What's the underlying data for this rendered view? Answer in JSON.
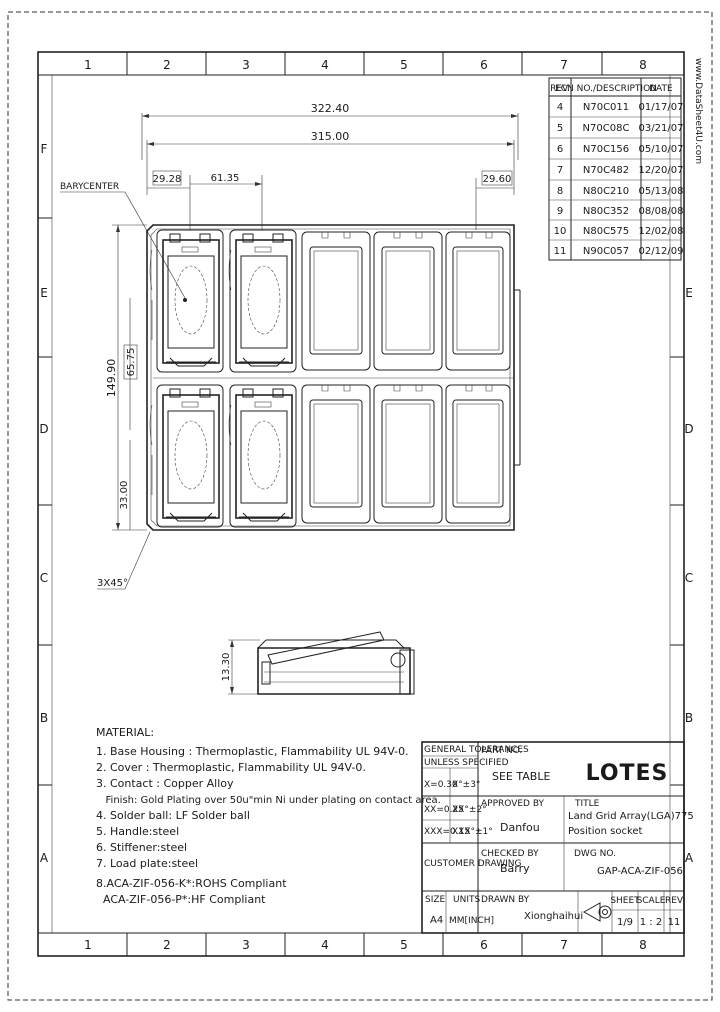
{
  "border": {
    "columns": [
      "1",
      "2",
      "3",
      "4",
      "5",
      "6",
      "7",
      "8"
    ],
    "rows": [
      "F",
      "E",
      "D",
      "C",
      "B",
      "A"
    ]
  },
  "watermark": "www.DataSheet4U.com",
  "revisions": {
    "headers": [
      "REV.",
      "ECN NO./DESCRIPTION",
      "DATE"
    ],
    "rows": [
      [
        "4",
        "N70C011",
        "01/17/07"
      ],
      [
        "5",
        "N70C08C",
        "03/21/07"
      ],
      [
        "6",
        "N70C156",
        "05/10/07"
      ],
      [
        "7",
        "N70C482",
        "12/20/07"
      ],
      [
        "8",
        "N80C210",
        "05/13/08"
      ],
      [
        "9",
        "N80C352",
        "08/08/08"
      ],
      [
        "10",
        "N80C575",
        "12/02/08"
      ],
      [
        "11",
        "N90C057",
        "02/12/09"
      ]
    ]
  },
  "dims": {
    "overall_width": "322.40",
    "inner_width": "315.00",
    "left_offset": "29.28",
    "pitch_x": "61.35",
    "right_offset": "29.60",
    "overall_height": "149.90",
    "pitch_y": "65.75",
    "bottom_offset": "33.00",
    "chamfer": "3X45°",
    "side_height": "13.30",
    "barycenter": "BARYCENTER"
  },
  "materials": {
    "title": "MATERIAL:",
    "items": [
      "1. Base Housing : Thermoplastic, Flammability UL 94V-0.",
      "2. Cover : Thermoplastic, Flammability UL 94V-0.",
      "3. Contact : Copper Alloy",
      "   Finish: Gold Plating over 50u\"min Ni under plating on contact area.",
      "4. Solder ball: LF Solder ball",
      "5. Handle:steel",
      "6. Stiffener:steel",
      "7. Load plate:steel"
    ],
    "notes": [
      "8.ACA-ZIF-056-K*:ROHS Compliant",
      "  ACA-ZIF-056-P*:HF Compliant"
    ]
  },
  "title_block": {
    "tol_header_1": "GENERAL TOLERANCES",
    "tol_header_2": "UNLESS SPECIFIED",
    "tol_x": "X=0.30",
    "tol_ang1": "X°±3°",
    "tol_xx": "XX=0.25",
    "tol_ang2": "XX°±2°",
    "tol_xxx": "XXX=0.15",
    "tol_ang3": "XXX°±1°",
    "part_no_label": "PART NO.",
    "part_no_value": "SEE TABLE",
    "logo": "LOTES",
    "approved_label": "APPROVED BY",
    "approved_value": "Danfou",
    "title_label": "TITLE",
    "title_line1": "Land Grid Array(LGA)775",
    "title_line2": "Position socket",
    "customer_label": "CUSTOMER DRAWING",
    "checked_label": "CHECKED BY",
    "checked_value": "Barry",
    "dwg_label": "DWG NO.",
    "dwg_value": "GAP-ACA-ZIF-056",
    "size_label": "SIZE",
    "size_value": "A4",
    "units_label": "UNITS",
    "units_value": "MM[INCH]",
    "drawn_label": "DRAWN BY",
    "drawn_value": "Xionghaihui",
    "sheet_label": "SHEET",
    "sheet_value": "1/9",
    "scale_label": "SCALE",
    "scale_value": "1 : 2",
    "rev_label": "REV",
    "rev_value": "11"
  }
}
